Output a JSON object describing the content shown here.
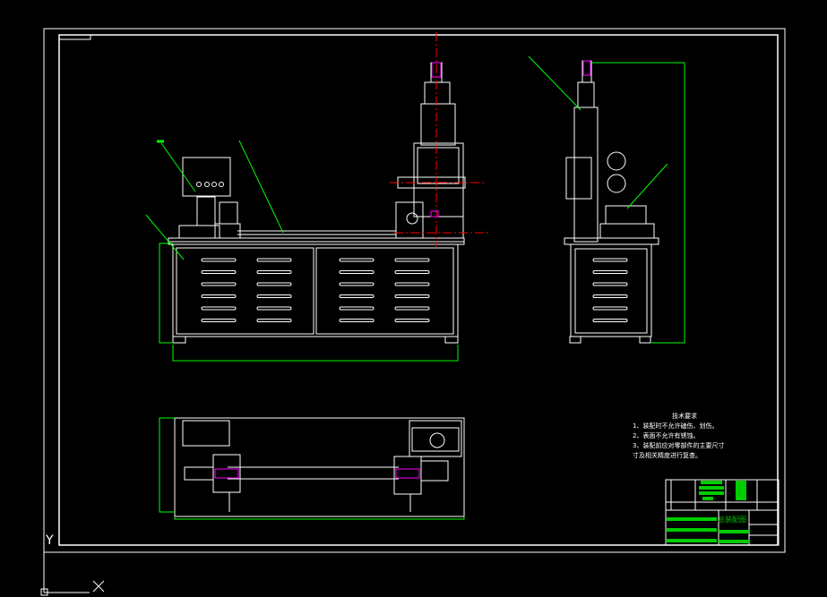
{
  "drawing": {
    "title": "总装配图",
    "background": "#000000",
    "line_colors": {
      "outline": "#ffffff",
      "leader": "#00ff00",
      "centerline": "#ff0000",
      "highlight": "#ff00ff"
    }
  },
  "technical_requirements": {
    "heading": "技术要求",
    "items": [
      "1、装配时不允许磕伤、划伤。",
      "2、表面不允许有锈蚀。",
      "3、装配前应对零部件的主要尺寸",
      "寸及相关精度进行复查。"
    ]
  },
  "ucs": {
    "y_label": "Y",
    "x_label": "X"
  }
}
